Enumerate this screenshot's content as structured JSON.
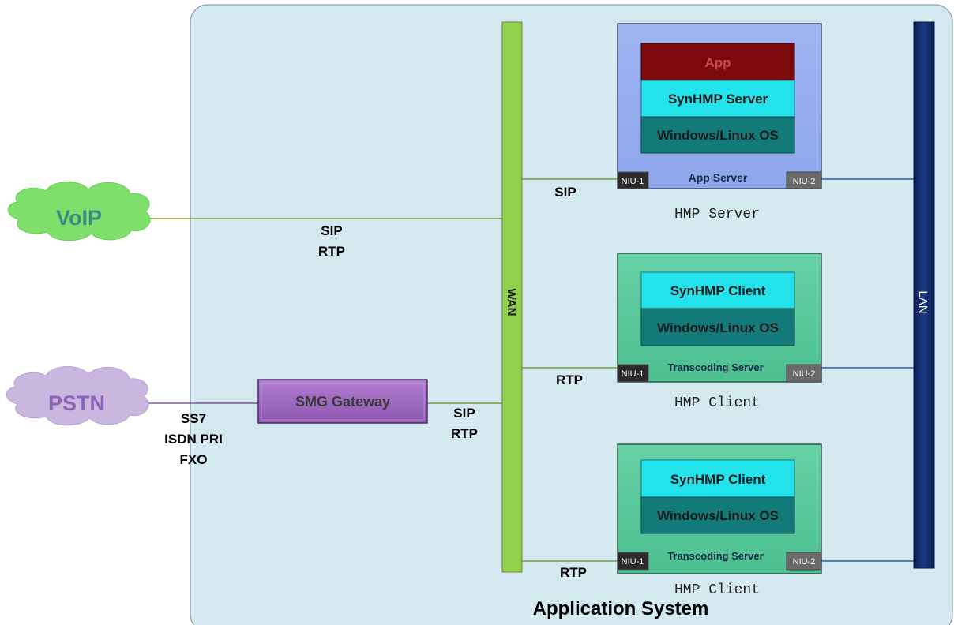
{
  "system_title": "Application System",
  "clouds": {
    "voip": "VoIP",
    "pstn": "PSTN"
  },
  "buses": {
    "wan": "WAN",
    "lan": "LAN"
  },
  "gateway": {
    "label": "SMG Gateway"
  },
  "link_labels": {
    "voip_line1": "SIP",
    "voip_line2": "RTP",
    "pstn_line1": "SS7",
    "pstn_line2": "ISDN PRI",
    "pstn_line3": "FXO",
    "gateway_line1": "SIP",
    "gateway_line2": "RTP",
    "app_server_link": "SIP",
    "client1_link": "RTP",
    "client2_link": "RTP"
  },
  "hmp_server": {
    "layers": [
      "App",
      "SynHMP Server",
      "Windows/Linux OS"
    ],
    "server_name": "App Server",
    "niu_left": "NIU-1",
    "niu_right": "NIU-2",
    "caption": "HMP Server"
  },
  "hmp_client_1": {
    "layers": [
      "SynHMP Client",
      "Windows/Linux OS"
    ],
    "server_name": "Transcoding Server",
    "niu_left": "NIU-1",
    "niu_right": "NIU-2",
    "caption": "HMP Client"
  },
  "hmp_client_2": {
    "layers": [
      "SynHMP Client",
      "Windows/Linux OS"
    ],
    "server_name": "Transcoding Server",
    "niu_left": "NIU-1",
    "niu_right": "NIU-2",
    "caption": "HMP Client"
  },
  "colors": {
    "system_bg": "#d3e9ef",
    "wan": "#92d050",
    "lan": "#0f2a66",
    "voip_cloud": "#7ee06a",
    "pstn_cloud": "#c9b7e0",
    "gateway": "#9a62bc",
    "app_layer": "#7d0a0a",
    "synhmp_layer": "#22e3ec",
    "os_layer": "#137a7a",
    "server_bg": "#8fa8ee",
    "client_bg": "#56c79a"
  }
}
